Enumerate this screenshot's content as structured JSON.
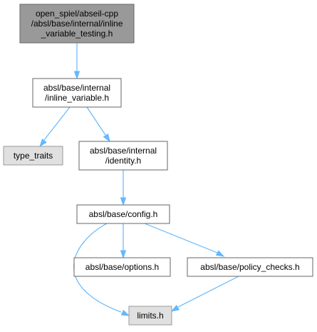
{
  "colors": {
    "root_fill": "#999999",
    "root_stroke": "#666666",
    "node_fill": "#ffffff",
    "node_stroke": "#666666",
    "external_fill": "#e0e0e0",
    "external_stroke": "#999999",
    "edge": "#63b8ff"
  },
  "nodes": [
    {
      "id": "root",
      "kind": "root",
      "lines": [
        "open_spiel/abseil-cpp",
        "/absl/base/internal/inline",
        "_variable_testing.h"
      ]
    },
    {
      "id": "inline_variable",
      "kind": "file",
      "lines": [
        "absl/base/internal",
        "/inline_variable.h"
      ]
    },
    {
      "id": "type_traits",
      "kind": "external",
      "lines": [
        "type_traits"
      ]
    },
    {
      "id": "identity",
      "kind": "file",
      "lines": [
        "absl/base/internal",
        "/identity.h"
      ]
    },
    {
      "id": "config",
      "kind": "file",
      "lines": [
        "absl/base/config.h"
      ]
    },
    {
      "id": "options",
      "kind": "file",
      "lines": [
        "absl/base/options.h"
      ]
    },
    {
      "id": "policy_checks",
      "kind": "file",
      "lines": [
        "absl/base/policy_checks.h"
      ]
    },
    {
      "id": "limits",
      "kind": "external",
      "lines": [
        "limits.h"
      ]
    }
  ],
  "edges": [
    {
      "from": "root",
      "to": "inline_variable"
    },
    {
      "from": "inline_variable",
      "to": "type_traits"
    },
    {
      "from": "inline_variable",
      "to": "identity"
    },
    {
      "from": "identity",
      "to": "config"
    },
    {
      "from": "config",
      "to": "limits"
    },
    {
      "from": "config",
      "to": "options"
    },
    {
      "from": "config",
      "to": "policy_checks"
    },
    {
      "from": "policy_checks",
      "to": "limits"
    }
  ]
}
